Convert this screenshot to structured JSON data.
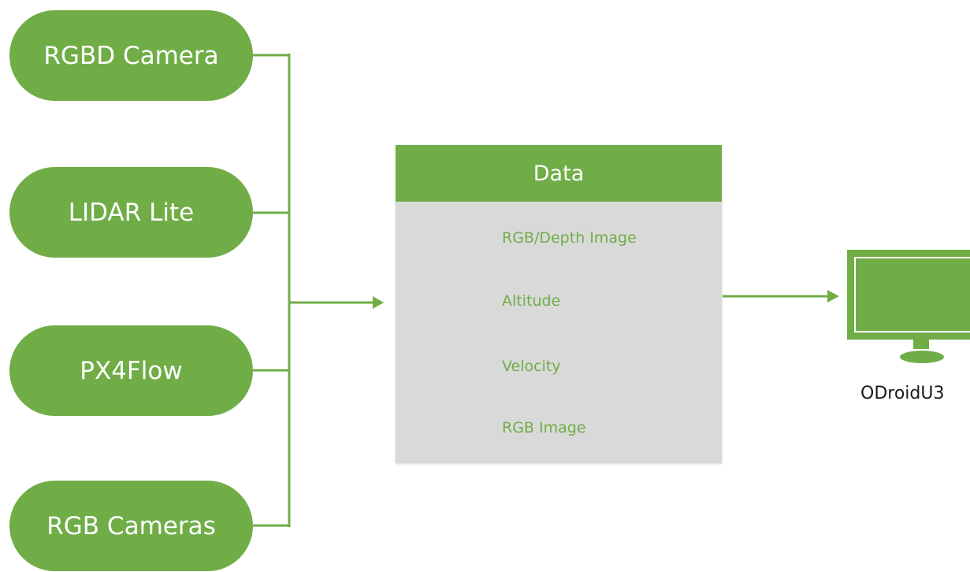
{
  "colors": {
    "green": "#70ad47",
    "box_bg": "#d9d9d9",
    "text_dark": "#1a1a1a"
  },
  "sensors": [
    {
      "label": "RGBD Camera"
    },
    {
      "label": "LIDAR Lite"
    },
    {
      "label": "PX4Flow"
    },
    {
      "label": "RGB Cameras"
    }
  ],
  "data_box": {
    "title": "Data",
    "items": [
      "RGB/Depth Image",
      "Altitude",
      "Velocity",
      "RGB Image"
    ]
  },
  "device": {
    "label": "ODroidU3",
    "icon": "monitor-icon"
  }
}
